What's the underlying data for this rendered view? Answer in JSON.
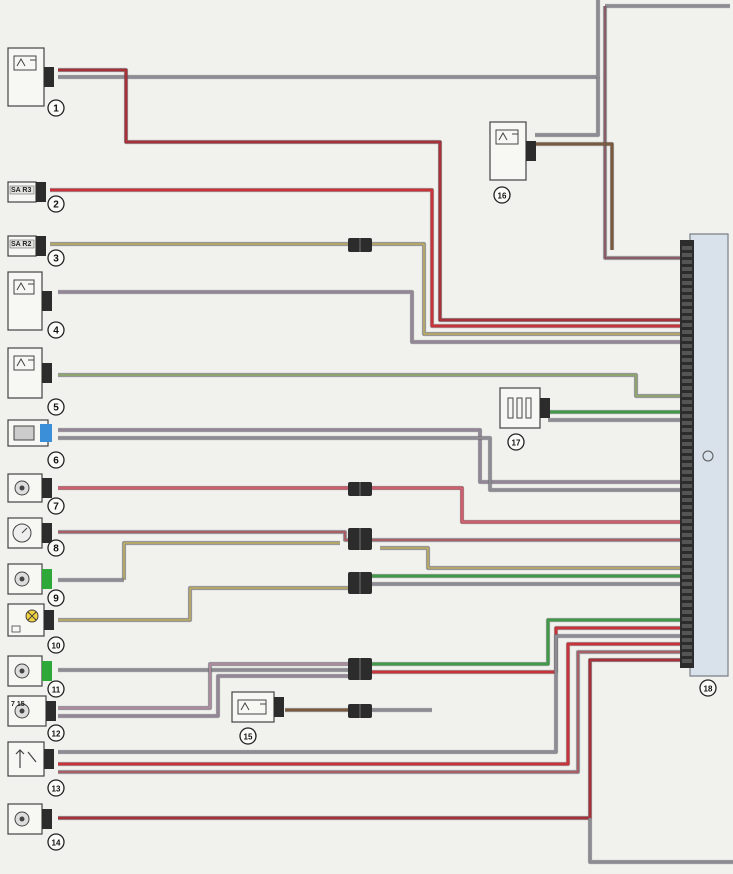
{
  "diagram": {
    "components": [
      {
        "number": "1",
        "icon": "relay-icon",
        "label": ""
      },
      {
        "number": "2",
        "icon": "switch-icon",
        "label": "SA R3"
      },
      {
        "number": "3",
        "icon": "switch-icon",
        "label": "SA R2"
      },
      {
        "number": "4",
        "icon": "relay-icon",
        "label": ""
      },
      {
        "number": "5",
        "icon": "relay-icon",
        "label": ""
      },
      {
        "number": "6",
        "icon": "connector-icon",
        "label": ""
      },
      {
        "number": "7",
        "icon": "sensor-icon",
        "label": ""
      },
      {
        "number": "8",
        "icon": "gauge-icon",
        "label": ""
      },
      {
        "number": "9",
        "icon": "sensor-icon",
        "label": ""
      },
      {
        "number": "10",
        "icon": "lamp-icon",
        "label": ""
      },
      {
        "number": "11",
        "icon": "sensor-icon",
        "label": ""
      },
      {
        "number": "12",
        "icon": "sensor-icon",
        "label": "7 15"
      },
      {
        "number": "13",
        "icon": "motor-icon",
        "label": ""
      },
      {
        "number": "14",
        "icon": "sensor-icon",
        "label": ""
      },
      {
        "number": "15",
        "icon": "relay-icon",
        "label": ""
      },
      {
        "number": "16",
        "icon": "relay-icon",
        "label": ""
      },
      {
        "number": "17",
        "icon": "resistor-block-icon",
        "label": ""
      },
      {
        "number": "18",
        "icon": "control-unit-icon",
        "label": ""
      }
    ],
    "wire_colors": {
      "red": "#c8323a",
      "dark_red": "#8a2c36",
      "gray": "#8d8b94",
      "violet": "#9c7f9c",
      "yellow": "#d8c23e",
      "green": "#3e9a47",
      "brown": "#7a5a3e",
      "black": "#3a3a3a",
      "pink": "#d08aa8",
      "light_green": "#8fbf4a"
    },
    "accent_colors": {
      "ecu_fill": "#d9e2ea",
      "connector_blue": "#3a8fd8",
      "connector_green": "#2fa83a",
      "connector_body": "#2c2c2c"
    }
  }
}
